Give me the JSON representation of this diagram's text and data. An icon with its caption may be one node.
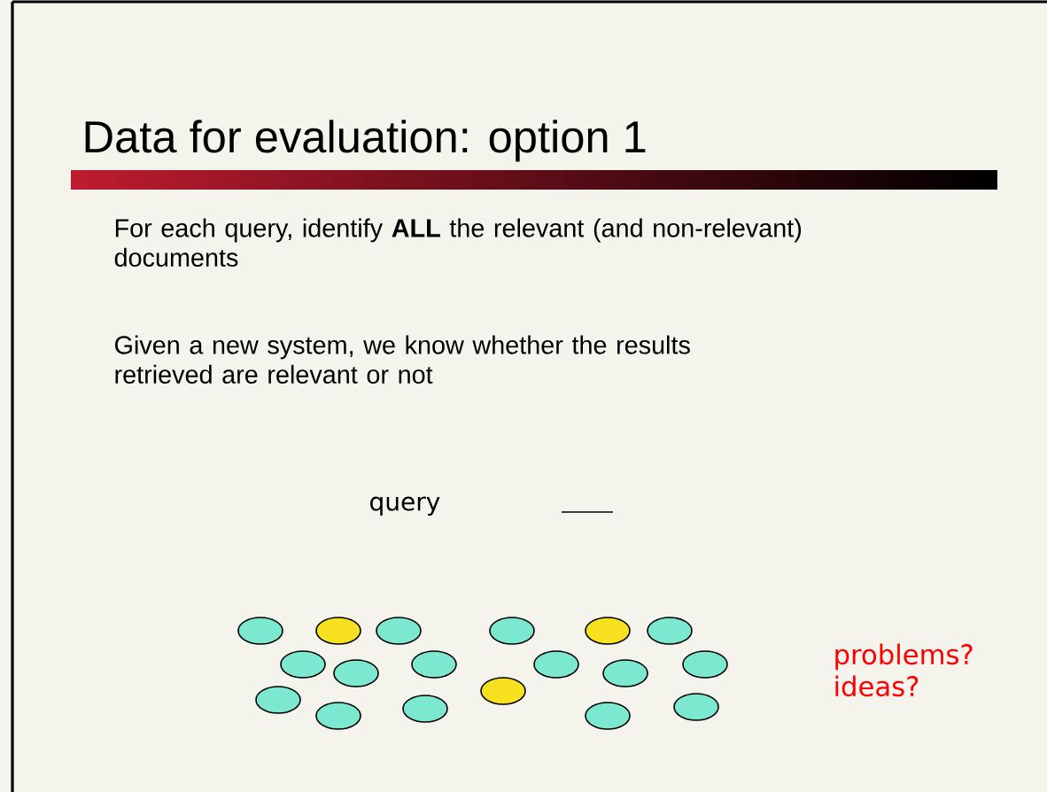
{
  "diagram": {
    "title": "Data for evaluation: option 1",
    "labels": [
      "For each query, identify **ALL** the relevant (and non-relevant) documents",
      "Given a new system, we know whether the results retrieved are relevant or not",
      "query",
      "problems? ideas?"
    ]
  }
}
